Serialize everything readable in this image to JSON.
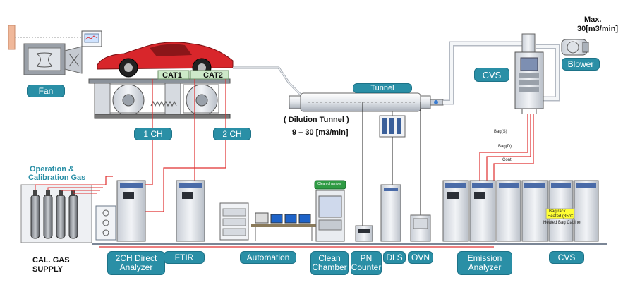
{
  "labels": {
    "fan": "Fan",
    "cat1": "CAT1",
    "cat2": "CAT2",
    "ch1": "1 CH",
    "ch2": "2 CH",
    "tunnel": "Tunnel",
    "cvs_top": "CVS",
    "blower": "Blower",
    "max_line1": "Max.",
    "max_line2": "30[m3/min]",
    "dilution_title": "( Dilution Tunnel )",
    "dilution_range": "9 – 30 [m3/min]",
    "op_gas_line1": "Operation &",
    "op_gas_line2": "Calibration Gas",
    "cal_supply_line1": "CAL. GAS",
    "cal_supply_line2": "SUPPLY",
    "analyzer_2ch_line1": "2CH Direct",
    "analyzer_2ch_line2": "Analyzer",
    "ftir": "FTIR",
    "automation": "Automation",
    "clean_line1": "Clean",
    "clean_line2": "Chamber",
    "pn_line1": "PN",
    "pn_line2": "Counter",
    "dls": "DLS",
    "ovn": "OVN",
    "emission_line1": "Emission",
    "emission_line2": "Analyzer",
    "cvs_bottom": "CVS",
    "bag_dilution": "Bag(D)",
    "bag_sample": "Bag(S)",
    "bag_cont": "Cont",
    "bag_rack_line1": "Bag rack",
    "bag_rack_line2": "Heated (35°C)",
    "heated_bag": "Heated Bag Cabinet",
    "clean_chamber_tag": "Clean chamber"
  },
  "colors": {
    "accent": "#2a8fa6",
    "sample_line": "#e03030",
    "cabinet": "#e6e9ee",
    "car": "#d8262b"
  }
}
